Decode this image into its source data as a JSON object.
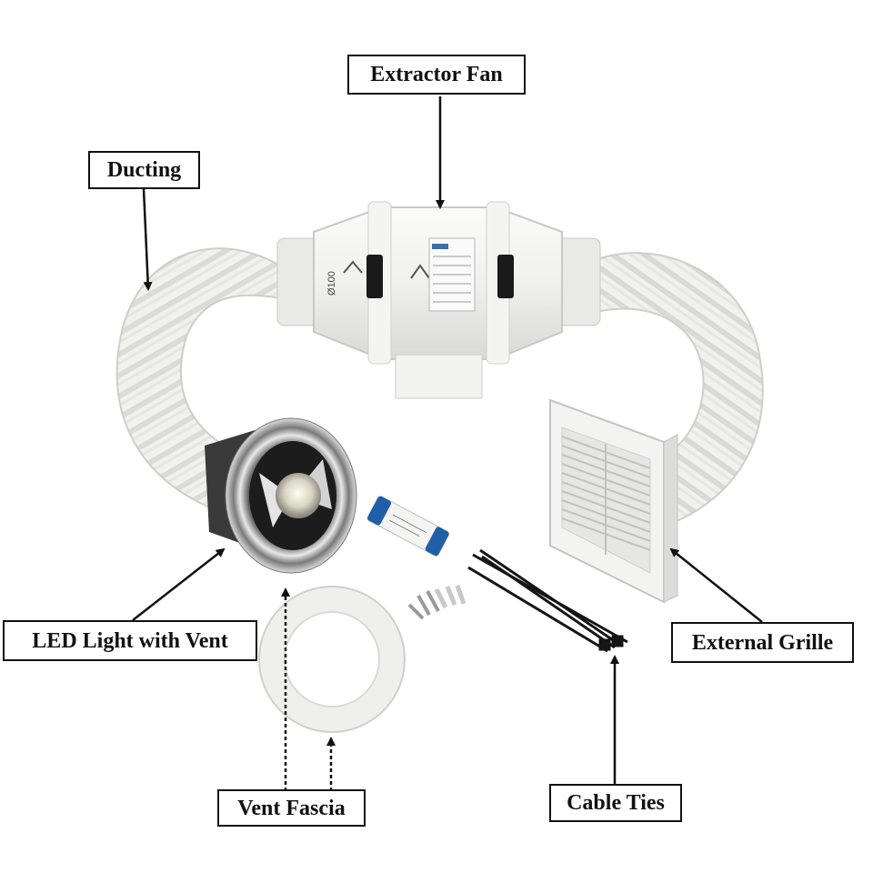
{
  "labels": {
    "extractor_fan": "Extractor Fan",
    "ducting": "Ducting",
    "led_light": "LED Light with Vent",
    "external_grille": "External Grille",
    "vent_fascia": "Vent Fascia",
    "cable_ties": "Cable Ties"
  },
  "fan_markings": {
    "diameter": "Ø100"
  },
  "colors": {
    "label_border": "#111111",
    "label_text": "#111111",
    "arrow": "#111111",
    "product_white": "#f2f2f0",
    "clip_black": "#1a1a1a",
    "driver_blue": "#1f5fa8",
    "chrome": "#8a8a8a"
  }
}
